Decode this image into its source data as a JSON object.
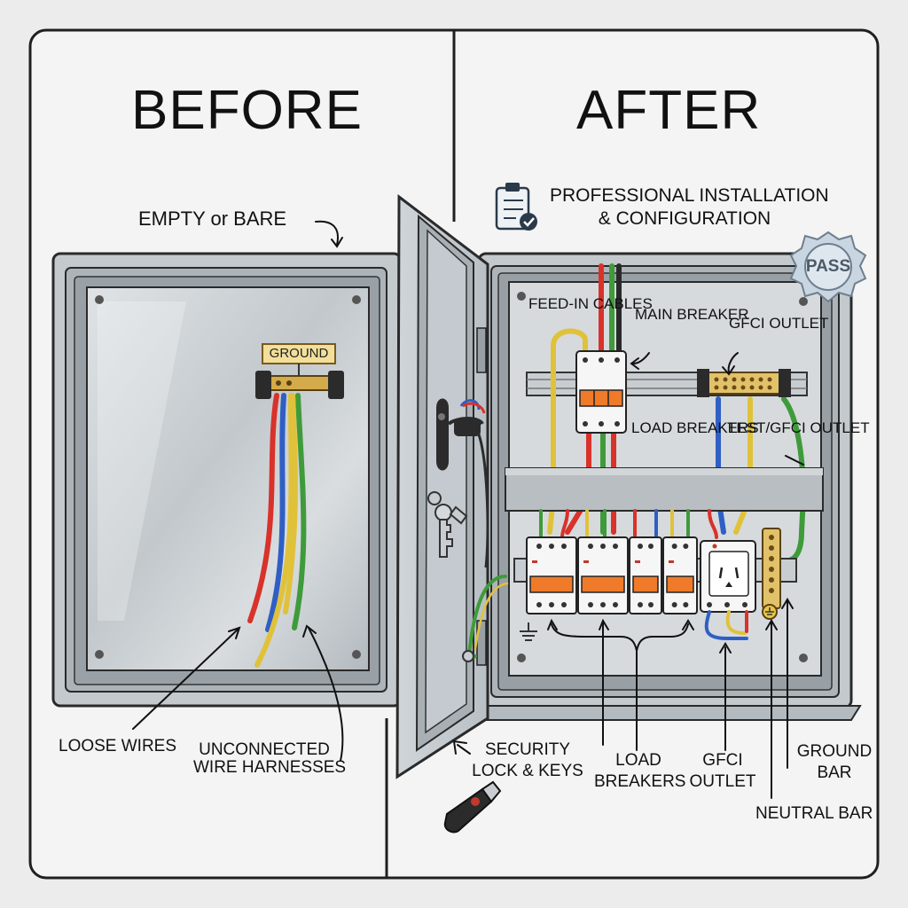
{
  "panels": {
    "before_title": "BEFORE",
    "after_title": "AFTER"
  },
  "before": {
    "empty_label": "EMPTY or BARE",
    "ground_tag": "GROUND",
    "loose_wires": "LOOSE WIRES",
    "unconnected_line1": "UNCONNECTED",
    "unconnected_line2": "WIRE HARNESSES"
  },
  "after": {
    "heading_line1": "PROFESSIONAL INSTALLATION",
    "heading_line2": "& CONFIGURATION",
    "pass_badge": "PASS",
    "feed_in_line1": "FEED-IN",
    "feed_in_line2": "CABLES",
    "main_breaker_line1": "MAIN",
    "main_breaker_line2": "BREAKER",
    "gfci_top_line1": "GFCI",
    "gfci_top_line2": "OUTLET",
    "load_top_line1": "LOAD",
    "load_top_line2": "BREAKERS",
    "test_gfci_line1": "TEST/GFCI",
    "test_gfci_line2": "OUTLET",
    "security_line1": "SECURITY",
    "security_line2": "LOCK & KEYS",
    "load_bottom_line1": "LOAD",
    "load_bottom_line2": "BREAKERS",
    "gfci_bottom_line1": "GFCI",
    "gfci_bottom_line2": "OUTLET",
    "ground_bar_line1": "GROUND",
    "ground_bar_line2": "BAR",
    "neutral_bar": "NEUTRAL BAR"
  },
  "colors": {
    "background": "#ececec",
    "panel": "#f3f3f3",
    "enclosure": "#c9cfd3",
    "wire_red": "#d8322a",
    "wire_blue": "#2f5fc4",
    "wire_yellow": "#e0c23a",
    "wire_green": "#3f9b3a",
    "breaker_handle": "#ef7a2a",
    "brass": "#d8b35a"
  }
}
